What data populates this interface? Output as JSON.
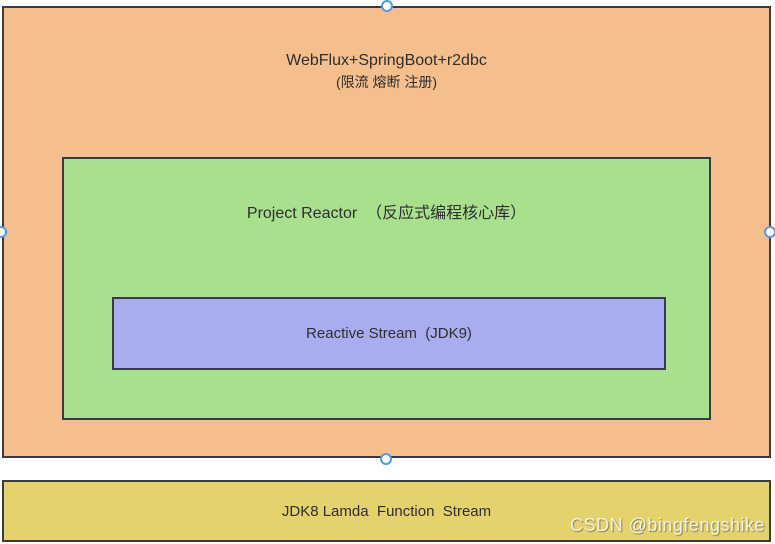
{
  "diagram": {
    "outer_box": {
      "title": "WebFlux+SpringBoot+r2dbc",
      "subtitle": "(限流 熔断 注册)",
      "fill": "#F4BF8D",
      "border": "#3A3A44"
    },
    "reactor_box": {
      "label": "Project Reactor  （反应式编程核心库）",
      "fill": "#A9E08E",
      "border": "#3A3A44"
    },
    "reactive_stream_box": {
      "label": "Reactive Stream  (JDK9)",
      "fill": "#A7ADEF",
      "border": "#3A3A44"
    },
    "jdk8_box": {
      "label": "JDK8 Lamda  Function  Stream",
      "fill": "#E5D26C",
      "border": "#3A3A44"
    },
    "selection_handles": {
      "fill": "#FFFFFF",
      "ring": "#4C9AED",
      "positions": [
        "top-center",
        "left-middle",
        "right-middle",
        "bottom-center"
      ]
    }
  },
  "watermark": {
    "text": "CSDN @bingfengshike",
    "color": "#E9E9E4"
  }
}
